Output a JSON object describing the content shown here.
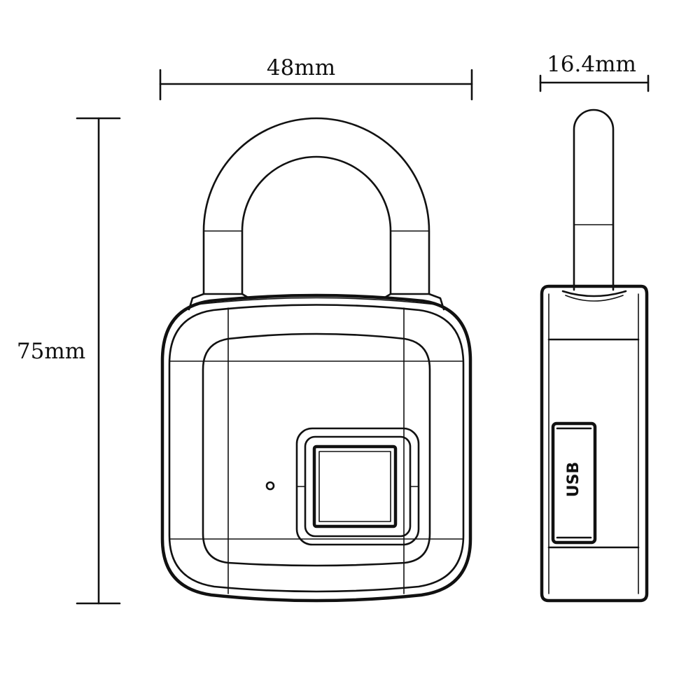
{
  "dimensions": {
    "width_label": "48mm",
    "depth_label": "16.4mm",
    "height_label": "75mm"
  },
  "side_view": {
    "port_label": "USB"
  },
  "colors": {
    "line": "#111111",
    "background": "#ffffff"
  }
}
